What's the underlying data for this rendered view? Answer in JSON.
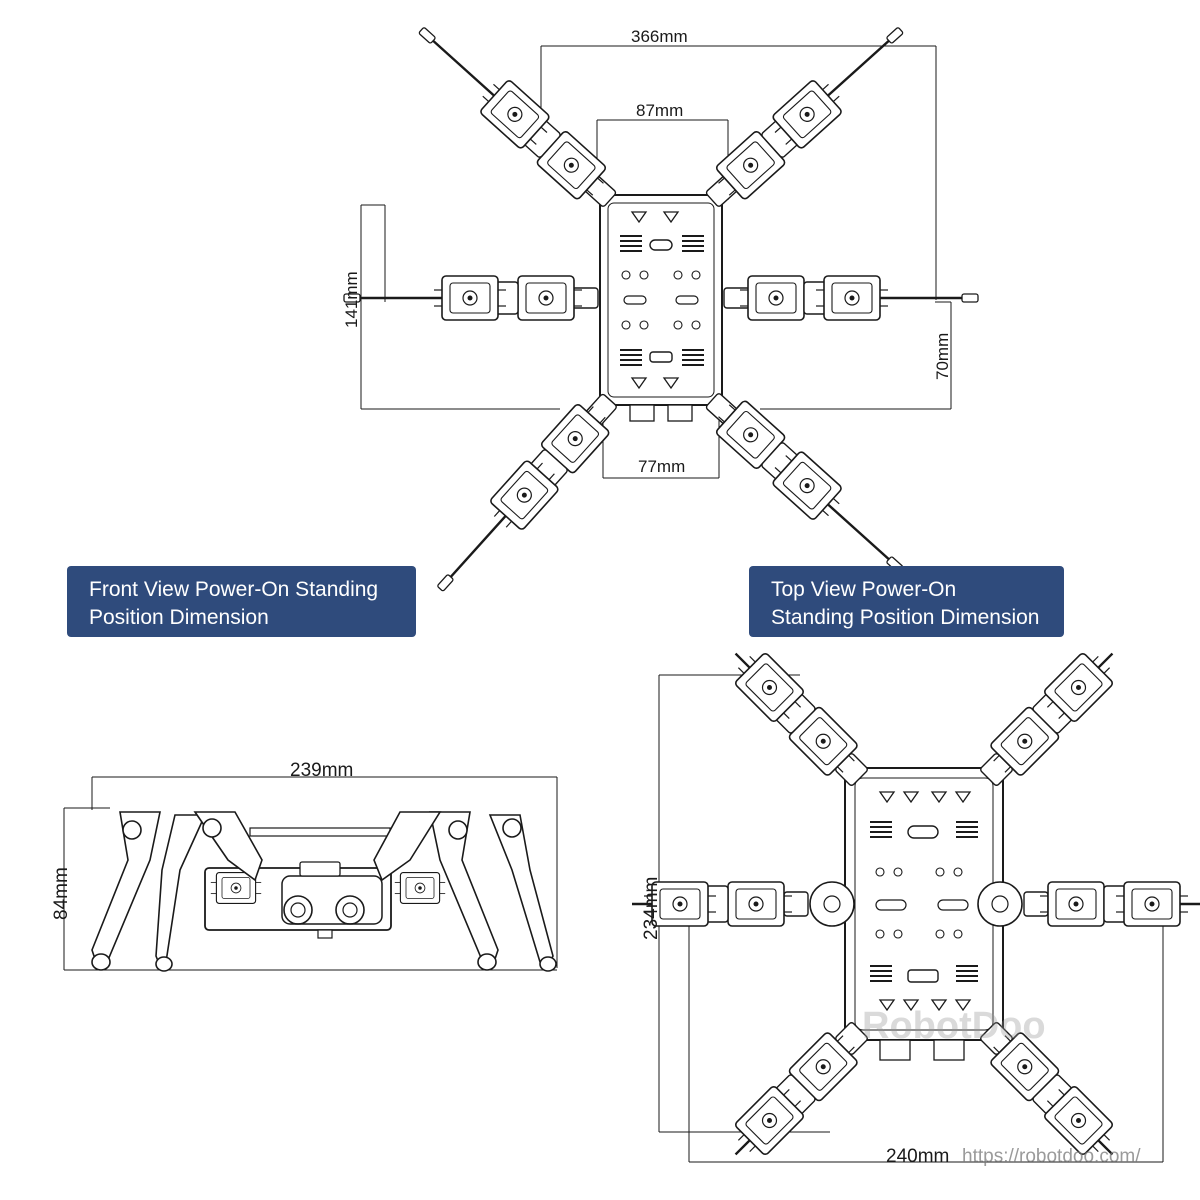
{
  "captions": {
    "front_view": {
      "line1": "Front View Power-On Standing",
      "line2": "Position Dimension",
      "bg": "#2f4b7c"
    },
    "top_view": {
      "line1": "Top View Power-On",
      "line2": "Standing Position Dimension",
      "bg": "#2f4b7c"
    }
  },
  "dimensions": {
    "angled_overall_width": "366mm",
    "angled_body_top_width": "87mm",
    "angled_body_bottom_width": "77mm",
    "angled_leg_span_height": "141mm",
    "angled_side_height": "70mm",
    "front_width": "239mm",
    "front_height": "84mm",
    "top_height": "234mm",
    "top_width": "240mm"
  },
  "branding": {
    "watermark": "RobotDoo",
    "url": "https://robotdoo.com/"
  },
  "colors": {
    "line": "#1a1a1a",
    "caption_bg": "#2f4b7c",
    "caption_text": "#ffffff"
  }
}
